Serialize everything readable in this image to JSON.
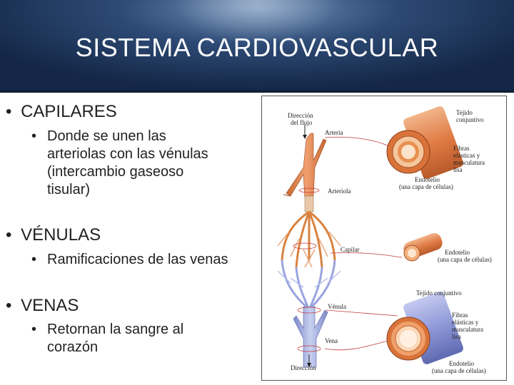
{
  "slide": {
    "title": "SISTEMA CARDIOVASCULAR",
    "bullets": [
      {
        "text": "CAPILARES",
        "sub": [
          "Donde se unen las",
          "arteriolas con las vénulas",
          "(intercambio gaseoso",
          "tisular)"
        ]
      },
      {
        "text": "VÉNULAS",
        "sub": [
          "Ramificaciones de las venas"
        ]
      },
      {
        "text": "VENAS",
        "sub": [
          "Retornan la sangre al",
          "corazón"
        ]
      }
    ],
    "bullet_glyph": "•"
  },
  "diagram": {
    "flow_top": [
      "Dirección",
      "del flujo"
    ],
    "flow_bottom": "Dirección",
    "arteria": "Arteria",
    "arteriola": "Arteriola",
    "capilar": "Capilar",
    "venula": "Vénula",
    "vena": "Vena",
    "tejido1": [
      "Tejido",
      "conjuntivo"
    ],
    "fibras1": [
      "Fibras",
      "elásticas y",
      "musculatura",
      "lisa"
    ],
    "endotelio1": [
      "Endotelio",
      "(una capa de células)"
    ],
    "endotelio2": [
      "Endotelio",
      "(una capa de células)"
    ],
    "tejido3": "Tejido conjuntivo",
    "fibras3": [
      "Fibras",
      "elásticas y",
      "musculatura",
      "lisa"
    ],
    "endotelio3": [
      "Endotelio",
      "(una capa de células)"
    ]
  }
}
